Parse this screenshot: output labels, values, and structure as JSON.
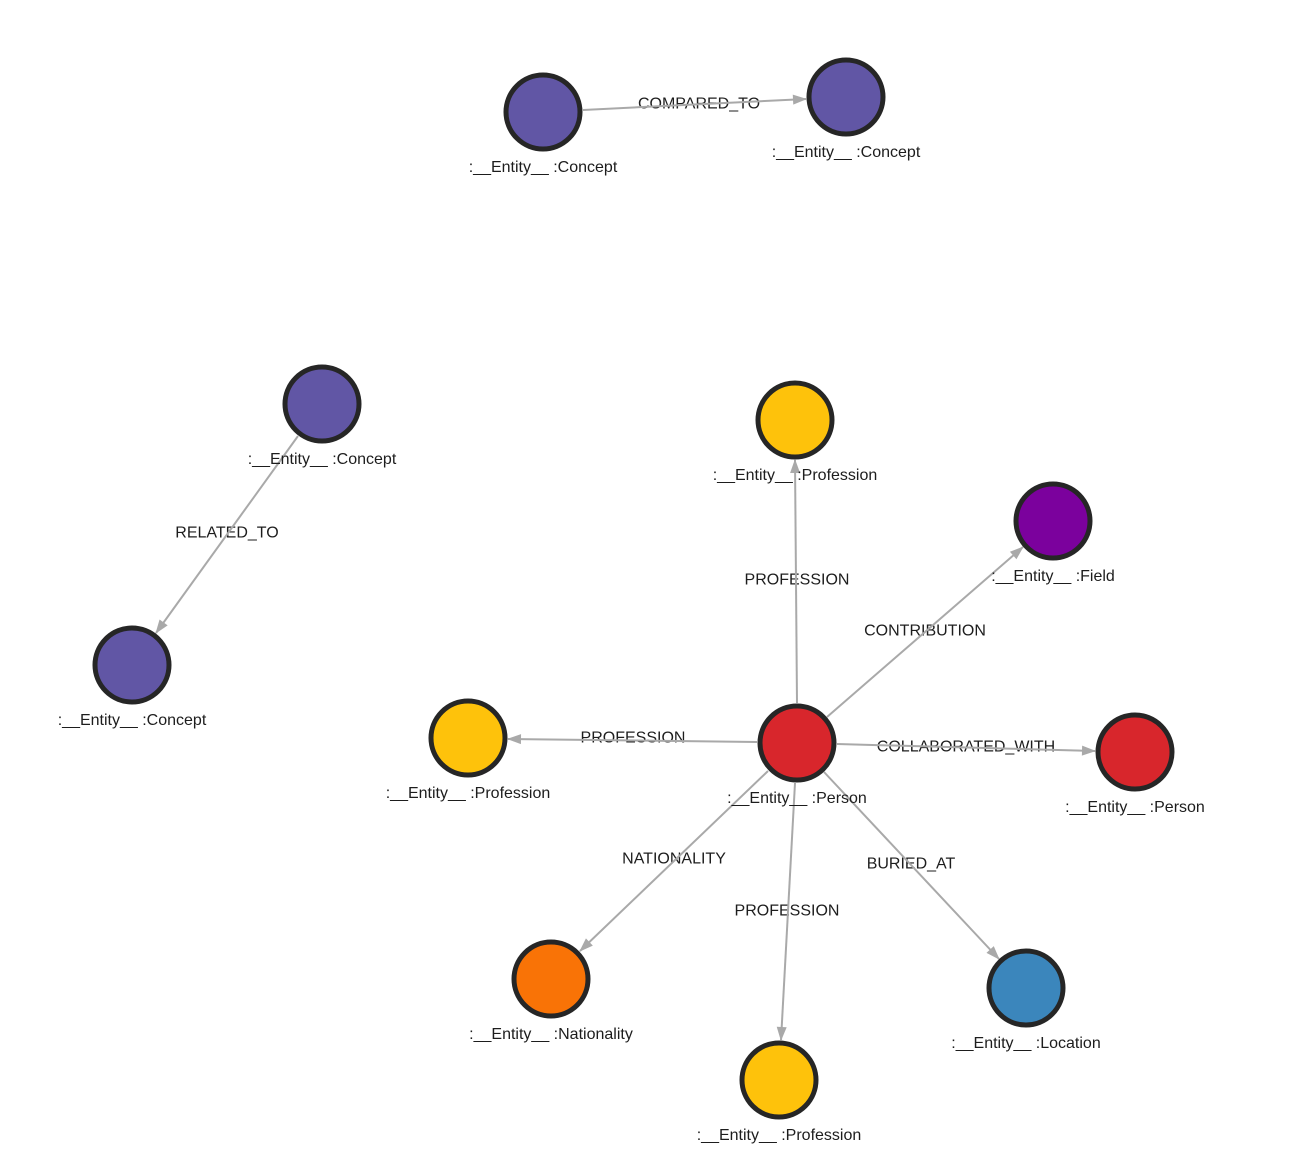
{
  "colors": {
    "concept": "#6156a5",
    "person": "#d8262c",
    "profession": "#fec20b",
    "field": "#7b019d",
    "nationality": "#f97306",
    "location": "#3b86bc",
    "edge": "#a9a9a9",
    "node_border": "#262626",
    "text": "#1d1d1d"
  },
  "graph": {
    "nodes": [
      {
        "caption": ":__Entity__ :Concept",
        "type": "Concept"
      },
      {
        "caption": ":__Entity__ :Concept",
        "type": "Concept"
      },
      {
        "caption": ":__Entity__ :Concept",
        "type": "Concept"
      },
      {
        "caption": ":__Entity__ :Concept",
        "type": "Concept"
      },
      {
        "caption": ":__Entity__ :Profession",
        "type": "Profession"
      },
      {
        "caption": ":__Entity__ :Field",
        "type": "Field"
      },
      {
        "caption": ":__Entity__ :Person",
        "type": "Person"
      },
      {
        "caption": ":__Entity__ :Person",
        "type": "Person"
      },
      {
        "caption": ":__Entity__ :Profession",
        "type": "Profession"
      },
      {
        "caption": ":__Entity__ :Nationality",
        "type": "Nationality"
      },
      {
        "caption": ":__Entity__ :Profession",
        "type": "Profession"
      },
      {
        "caption": ":__Entity__ :Location",
        "type": "Location"
      }
    ],
    "edges": [
      {
        "type": "COMPARED_TO"
      },
      {
        "type": "RELATED_TO"
      },
      {
        "type": "PROFESSION"
      },
      {
        "type": "CONTRIBUTION"
      },
      {
        "type": "COLLABORATED_WITH"
      },
      {
        "type": "PROFESSION"
      },
      {
        "type": "NATIONALITY"
      },
      {
        "type": "PROFESSION"
      },
      {
        "type": "BURIED_AT"
      }
    ]
  }
}
